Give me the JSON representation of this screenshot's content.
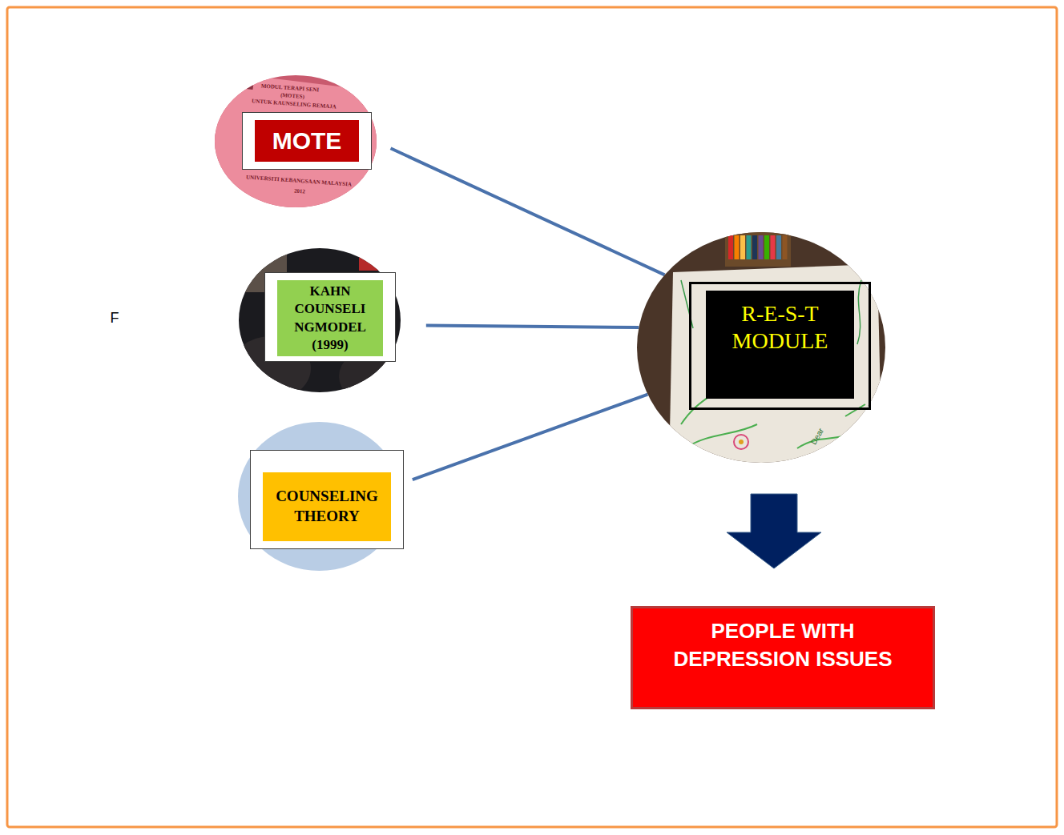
{
  "diagram": {
    "nodes": [
      {
        "text": [
          "MOTE"
        ]
      },
      {
        "text": [
          "KAHN COUNSELI NGMODEL (1999)"
        ]
      },
      {
        "text": [
          "COUNSELING THEORY"
        ]
      },
      {
        "text": [
          "R-E-S-T MODULE"
        ]
      },
      {
        "text": [
          "PEOPLE WITH DEPRESSION ISSUES"
        ]
      }
    ],
    "edges": [
      {
        "from": 0,
        "to": 3,
        "arrow": "none"
      },
      {
        "from": 1,
        "to": 3,
        "arrow": "none"
      },
      {
        "from": 2,
        "to": 3,
        "arrow": "none"
      },
      {
        "from": 3,
        "to": 4,
        "arrow": "to"
      }
    ],
    "labels": [
      "F",
      "MODUL TERAPI SENI",
      "(MOTES)",
      "UNTUK KAUNSELING REMAJA",
      "UNIVERSITI KEBANGSAAN MALAYSIA",
      "2012",
      "Dear"
    ]
  }
}
